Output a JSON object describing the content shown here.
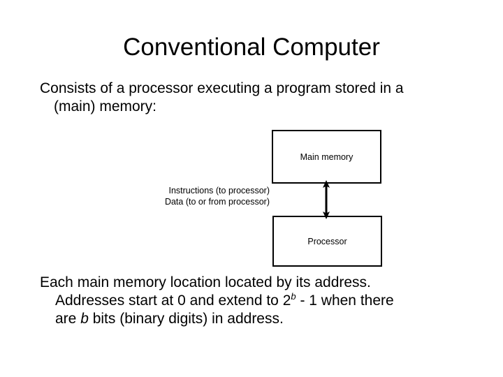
{
  "slide": {
    "title": "Conventional Computer",
    "background_color": "#ffffff",
    "text_color": "#000000"
  },
  "intro_paragraph": {
    "line_1": "Consists of a processor executing a program stored in a",
    "line_2": "(main) memory:"
  },
  "diagram": {
    "memory_box_label": "Main memory",
    "processor_box_label": "Processor",
    "arrow_name": "double-headed-vertical-arrow",
    "arrow_color": "#000000",
    "border_color": "#000000",
    "flow_labels": {
      "instructions": "Instructions (to processor)",
      "data": "Data (to or from processor)"
    }
  },
  "closing_paragraph": {
    "line_1": "Each main memory location located by its address.",
    "line_2_part_1": "Addresses start at 0 and extend to 2",
    "line_2_superscript": "b",
    "line_2_part_2": " - 1 when there",
    "line_3_part_1": "are ",
    "line_3_italic": "b",
    "line_3_part_2": " bits (binary digits) in address."
  }
}
